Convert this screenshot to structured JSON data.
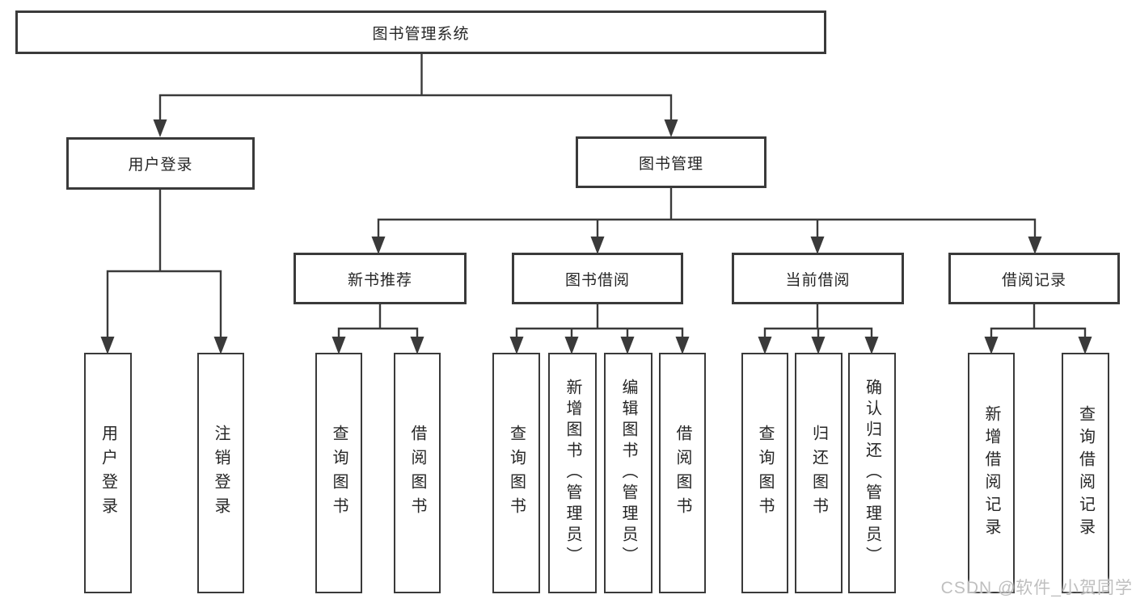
{
  "diagram": {
    "root": {
      "label": "图书管理系统"
    },
    "level2": [
      {
        "label": "用户登录"
      },
      {
        "label": "图书管理"
      }
    ],
    "level3": [
      {
        "label": "新书推荐"
      },
      {
        "label": "图书借阅"
      },
      {
        "label": "当前借阅"
      },
      {
        "label": "借阅记录"
      }
    ],
    "leaves": [
      {
        "label": "用户登录"
      },
      {
        "label": "注销登录"
      },
      {
        "label": "查询图书"
      },
      {
        "label": "借阅图书"
      },
      {
        "label": "查询图书"
      },
      {
        "label": "新增图书（管理员）"
      },
      {
        "label": "编辑图书（管理员）"
      },
      {
        "label": "借阅图书"
      },
      {
        "label": "查询图书"
      },
      {
        "label": "归还图书"
      },
      {
        "label": "确认归还（管理员）"
      },
      {
        "label": "新增借阅记录"
      },
      {
        "label": "查询借阅记录"
      }
    ]
  },
  "watermark": {
    "text": "CSDN @软件_小贺同学"
  },
  "colors": {
    "line": "#3a3a3a",
    "box_background": "#ffffff",
    "text": "#262626",
    "watermark": "#bfbfbf"
  }
}
